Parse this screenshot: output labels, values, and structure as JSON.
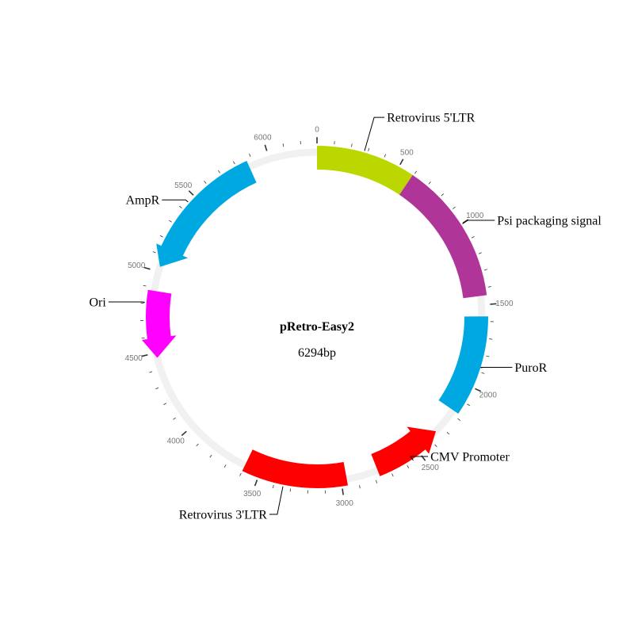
{
  "plasmid": {
    "name": "pRetro-Easy2",
    "length_label": "6294bp",
    "length": 6294
  },
  "ticks": {
    "major_step": 500,
    "minor_step": 100,
    "labels": [
      "0",
      "500",
      "1000",
      "1500",
      "2000",
      "2500",
      "3000",
      "3500",
      "4000",
      "4500",
      "5000",
      "5500",
      "6000"
    ]
  },
  "colors": {
    "backbone": "#f1f1f1",
    "tick": "#333333",
    "leader": "#000000"
  },
  "features": [
    {
      "id": "retrovirus-5ltr",
      "name": "Retrovirus 5'LTR",
      "start": 0,
      "end": 594,
      "arrow": "none",
      "color": "#bcd700"
    },
    {
      "id": "psi-packaging-signal",
      "name": "Psi packaging signal",
      "start": 594,
      "end": 1445,
      "arrow": "none",
      "color": "#b03598"
    },
    {
      "id": "puror",
      "name": "PuroR",
      "start": 1570,
      "end": 2175,
      "arrow": "none",
      "color": "#00a8e1"
    },
    {
      "id": "cmv-promoter",
      "name": "CMV Promoter",
      "start": 2340,
      "end": 2770,
      "arrow": "reverse",
      "color": "#ff0000"
    },
    {
      "id": "retrovirus-3ltr",
      "name": "Retrovirus 3'LTR",
      "start": 2965,
      "end": 3600,
      "arrow": "none",
      "color": "#ff0000"
    },
    {
      "id": "ori",
      "name": "Ori",
      "start": 4470,
      "end": 4880,
      "arrow": "reverse",
      "color": "#ff00ff"
    },
    {
      "id": "ampr",
      "name": "AmpR",
      "start": 5030,
      "end": 5870,
      "arrow": "reverse",
      "color": "#00a8e1"
    }
  ]
}
